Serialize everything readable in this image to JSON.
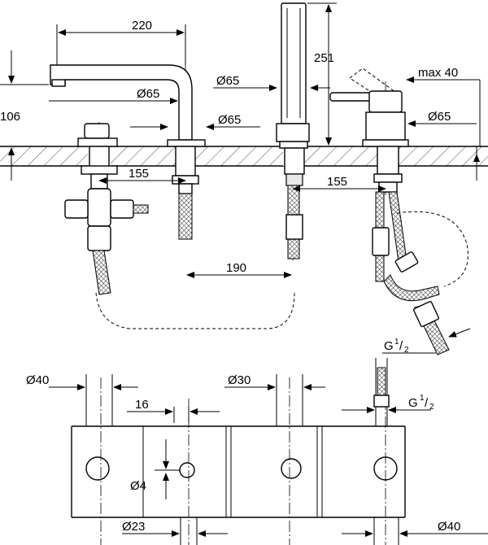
{
  "dimensions": {
    "spout_reach": "220",
    "spout_height": "106",
    "spout_diameter": "Ø65",
    "valve_diameter": "Ø65",
    "handshower_diameter": "Ø65",
    "handshower_height": "251",
    "lever_clearance": "max 40",
    "lever_diameter": "Ø65",
    "spacing_left": "155",
    "spacing_right": "155",
    "spacing_center": "190",
    "thread_upper_main": "G",
    "thread_upper_sup": "1",
    "thread_upper_sub": "2",
    "thread_lower_main": "G",
    "thread_lower_sup": "1",
    "thread_lower_sub": "2"
  },
  "deck": {
    "hole_left": "Ø40",
    "hole_mid": "Ø30",
    "hole_right": "Ø40",
    "small_hole": "Ø23",
    "pin_hole": "Ø4",
    "offset": "16"
  }
}
